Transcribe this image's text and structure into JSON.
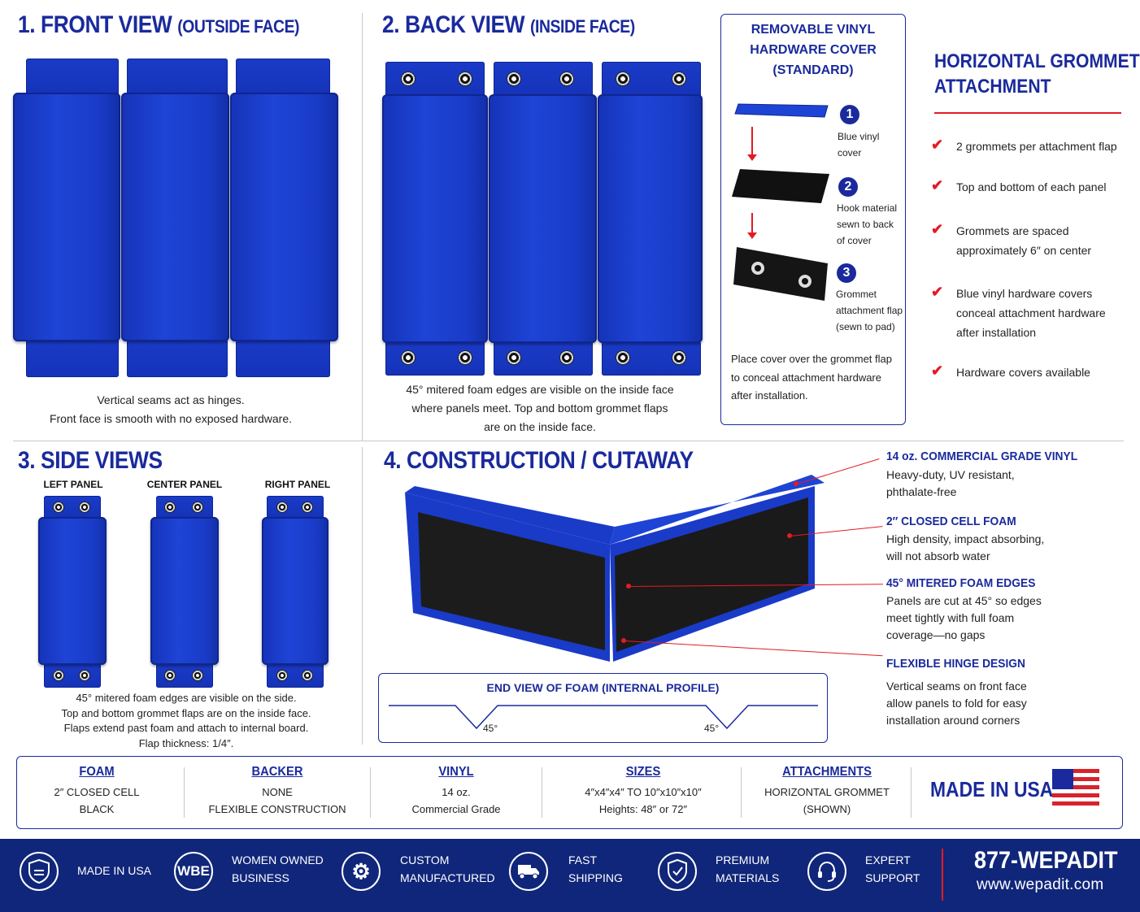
{
  "front_view": {
    "title": "1. FRONT VIEW",
    "subtitle": "(OUTSIDE FACE)",
    "caption_line1": "Vertical seams act as hinges.",
    "caption_line2": "Front face is smooth with no exposed hardware."
  },
  "back_view": {
    "title": "2. BACK VIEW",
    "subtitle": "(INSIDE FACE)",
    "caption_line1": "45° mitered foam edges are visible on the inside face",
    "caption_line2": "where panels meet.   Top and bottom grommet flaps",
    "caption_line3": "are on the inside face."
  },
  "cover_box": {
    "title_line1": "REMOVABLE VINYL",
    "title_line2": "HARDWARE COVER",
    "title_line3": "(STANDARD)",
    "steps": [
      {
        "num": "1",
        "line1": "Blue vinyl",
        "line2": "cover",
        "line3": ""
      },
      {
        "num": "2",
        "line1": "Hook material",
        "line2": "sewn to back",
        "line3": "of cover"
      },
      {
        "num": "3",
        "line1": "Grommet",
        "line2": "attachment flap",
        "line3": "(sewn to pad)"
      }
    ],
    "note_line1": "Place cover over the grommet flap",
    "note_line2": "to conceal attachment hardware",
    "note_line3": "after installation."
  },
  "grommet": {
    "title_line1": "HORIZONTAL GROMMET",
    "title_line2": "ATTACHMENT",
    "bullets": [
      {
        "line1": "2 grommets per attachment flap",
        "line2": "",
        "line3": ""
      },
      {
        "line1": "Top and bottom of each panel",
        "line2": "",
        "line3": ""
      },
      {
        "line1": "Grommets are spaced",
        "line2": "approximately 6″ on center",
        "line3": ""
      },
      {
        "line1": "Blue vinyl hardware covers",
        "line2": "conceal attachment hardware",
        "line3": "after installation"
      },
      {
        "line1": "Hardware covers available",
        "line2": "",
        "line3": ""
      }
    ]
  },
  "side_views": {
    "title": "3. SIDE VIEWS",
    "labels": [
      "LEFT PANEL",
      "CENTER PANEL",
      "RIGHT PANEL"
    ],
    "caption_line1": "45° mitered foam edges are visible on the side.",
    "caption_line2": "Top and bottom grommet flaps are on the inside face.",
    "caption_line3": "Flaps extend past foam and attach to internal board.",
    "caption_line4": "Flap thickness: 1/4″."
  },
  "construction": {
    "title": "4. CONSTRUCTION / CUTAWAY",
    "callouts": [
      {
        "title": "14 oz. COMMERCIAL GRADE VINYL",
        "line1": "Heavy-duty, UV resistant,",
        "line2": "phthalate-free",
        "line3": ""
      },
      {
        "title": "2″ CLOSED CELL FOAM",
        "line1": "High density, impact absorbing,",
        "line2": "will not absorb water",
        "line3": ""
      },
      {
        "title": "45° MITERED FOAM EDGES",
        "line1": "Panels are cut at 45° so edges",
        "line2": "meet tightly with full foam",
        "line3": "coverage—no gaps"
      },
      {
        "title": "FLEXIBLE HINGE DESIGN",
        "line1": "Vertical seams on front face",
        "line2": "allow panels to fold for easy",
        "line3": "installation around corners"
      }
    ],
    "end_view_title": "END VIEW OF FOAM (INTERNAL PROFILE)",
    "angle_left": "45°",
    "angle_right": "45°"
  },
  "specs": [
    {
      "title": "FOAM",
      "line1": "2″ CLOSED CELL",
      "line2": "BLACK"
    },
    {
      "title": "BACKER",
      "line1": "NONE",
      "line2": "FLEXIBLE CONSTRUCTION"
    },
    {
      "title": "VINYL",
      "line1": "14 oz.",
      "line2": "Commercial Grade"
    },
    {
      "title": "SIZES",
      "line1": "4″x4″x4″  TO 10″x10″x10″",
      "line2": "Heights:  48″ or 72″"
    },
    {
      "title": "ATTACHMENTS",
      "line1": "HORIZONTAL GROMMET",
      "line2": "(SHOWN)"
    }
  ],
  "made_in_usa": "MADE IN USA",
  "footer": {
    "items": [
      {
        "icon": "shield-flag-icon",
        "line1": "MADE IN USA",
        "line2": ""
      },
      {
        "icon": "wbe-icon",
        "badge": "WBE",
        "line1": "WOMEN OWNED",
        "line2": "BUSINESS"
      },
      {
        "icon": "gear-icon",
        "line1": "CUSTOM",
        "line2": "MANUFACTURED"
      },
      {
        "icon": "truck-icon",
        "line1": "FAST",
        "line2": "SHIPPING"
      },
      {
        "icon": "shield-check-icon",
        "line1": "PREMIUM",
        "line2": "MATERIALS"
      },
      {
        "icon": "headset-icon",
        "line1": "EXPERT",
        "line2": "SUPPORT"
      }
    ],
    "phone": "877-WEPADIT",
    "website": "www.wepadit.com"
  },
  "colors": {
    "brand_blue": "#1a2a9c",
    "panel_blue": "#1e44d6",
    "accent_red": "#e31b23",
    "footer_navy": "#10267a"
  }
}
